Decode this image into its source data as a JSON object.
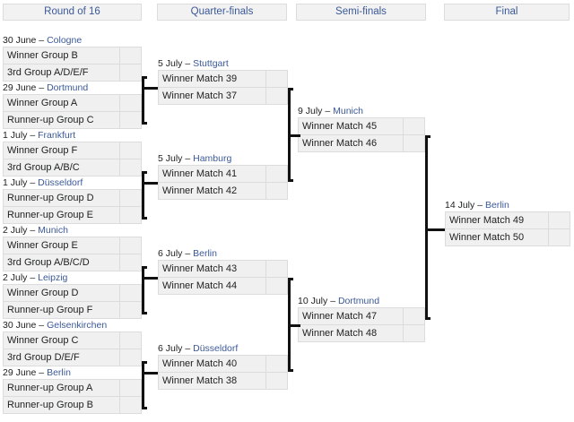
{
  "page": {
    "title": "Tournament knockout bracket",
    "accent_link_color": "#3b5998",
    "box_fill": "#f0f0f0",
    "box_border": "#dcdcdc",
    "connector_color": "#111111"
  },
  "headers": [
    {
      "label": "Round of 16"
    },
    {
      "label": "Quarter-finals"
    },
    {
      "label": "Semi-finals"
    },
    {
      "label": "Final"
    }
  ],
  "rounds": {
    "round_of_16": [
      {
        "date": "30 June",
        "dash": "–",
        "venue": "Cologne",
        "team1": "Winner Group B",
        "team2": "3rd Group A/D/E/F",
        "score1": "",
        "score2": ""
      },
      {
        "date": "29 June",
        "dash": "–",
        "venue": "Dortmund",
        "team1": "Winner Group A",
        "team2": "Runner-up Group C",
        "score1": "",
        "score2": ""
      },
      {
        "date": "1 July",
        "dash": "–",
        "venue": "Frankfurt",
        "team1": "Winner Group F",
        "team2": "3rd Group A/B/C",
        "score1": "",
        "score2": ""
      },
      {
        "date": "1 July",
        "dash": "–",
        "venue": "Düsseldorf",
        "team1": "Runner-up Group D",
        "team2": "Runner-up Group E",
        "score1": "",
        "score2": ""
      },
      {
        "date": "2 July",
        "dash": "–",
        "venue": "Munich",
        "team1": "Winner Group E",
        "team2": "3rd Group A/B/C/D",
        "score1": "",
        "score2": ""
      },
      {
        "date": "2 July",
        "dash": "–",
        "venue": "Leipzig",
        "team1": "Winner Group D",
        "team2": "Runner-up Group F",
        "score1": "",
        "score2": ""
      },
      {
        "date": "30 June",
        "dash": "–",
        "venue": "Gelsenkirchen",
        "team1": "Winner Group C",
        "team2": "3rd Group D/E/F",
        "score1": "",
        "score2": ""
      },
      {
        "date": "29 June",
        "dash": "–",
        "venue": "Berlin",
        "team1": "Runner-up Group A",
        "team2": "Runner-up Group B",
        "score1": "",
        "score2": ""
      }
    ],
    "quarter_finals": [
      {
        "date": "5 July",
        "dash": "–",
        "venue": "Stuttgart",
        "team1": "Winner Match 39",
        "team2": "Winner Match 37",
        "score1": "",
        "score2": ""
      },
      {
        "date": "5 July",
        "dash": "–",
        "venue": "Hamburg",
        "team1": "Winner Match 41",
        "team2": "Winner Match 42",
        "score1": "",
        "score2": ""
      },
      {
        "date": "6 July",
        "dash": "–",
        "venue": "Berlin",
        "team1": "Winner Match 43",
        "team2": "Winner Match 44",
        "score1": "",
        "score2": ""
      },
      {
        "date": "6 July",
        "dash": "–",
        "venue": "Düsseldorf",
        "team1": "Winner Match 40",
        "team2": "Winner Match 38",
        "score1": "",
        "score2": ""
      }
    ],
    "semi_finals": [
      {
        "date": "9 July",
        "dash": "–",
        "venue": "Munich",
        "team1": "Winner Match 45",
        "team2": "Winner Match 46",
        "score1": "",
        "score2": ""
      },
      {
        "date": "10 July",
        "dash": "–",
        "venue": "Dortmund",
        "team1": "Winner Match 47",
        "team2": "Winner Match 48",
        "score1": "",
        "score2": ""
      }
    ],
    "final": [
      {
        "date": "14 July",
        "dash": "–",
        "venue": "Berlin",
        "team1": "Winner Match 49",
        "team2": "Winner Match 50",
        "score1": "",
        "score2": ""
      }
    ]
  }
}
